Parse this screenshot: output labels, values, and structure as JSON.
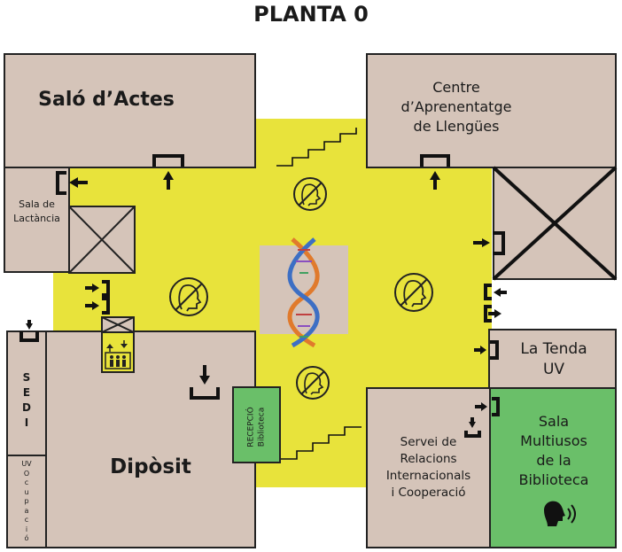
{
  "title": "PLANTA  0",
  "rooms": {
    "salo_actes": "Saló d’Actes",
    "centre_aprenentatge": "Centre\nd’Aprenentatge\nde Llengües",
    "sala_lactancia": "Sala de\nLactància",
    "sedi": "S\nE\nD\nI",
    "uv_ocupacio": "UV\nO\nc\nu\np\na\nc\ni\nó",
    "diposit": "Dipòsit",
    "recepcio": "RECEPCIÓ\nBiblioteca",
    "la_tenda": "La Tenda\nUV",
    "servei_relacions": "Servei de\nRelacions\nInternacionals\ni Cooperació",
    "sala_multiusos": "Sala\nMultiusos\nde la\nBiblioteca"
  },
  "icons": [
    "no-talking-icon",
    "voice-icon",
    "dna-icon",
    "elevator-icon",
    "stairs-icon",
    "door-icon",
    "arrow-icon"
  ],
  "colors": {
    "corridor": "#e8e33b",
    "room": "#d5c4b9",
    "group_room": "#6abf69"
  }
}
